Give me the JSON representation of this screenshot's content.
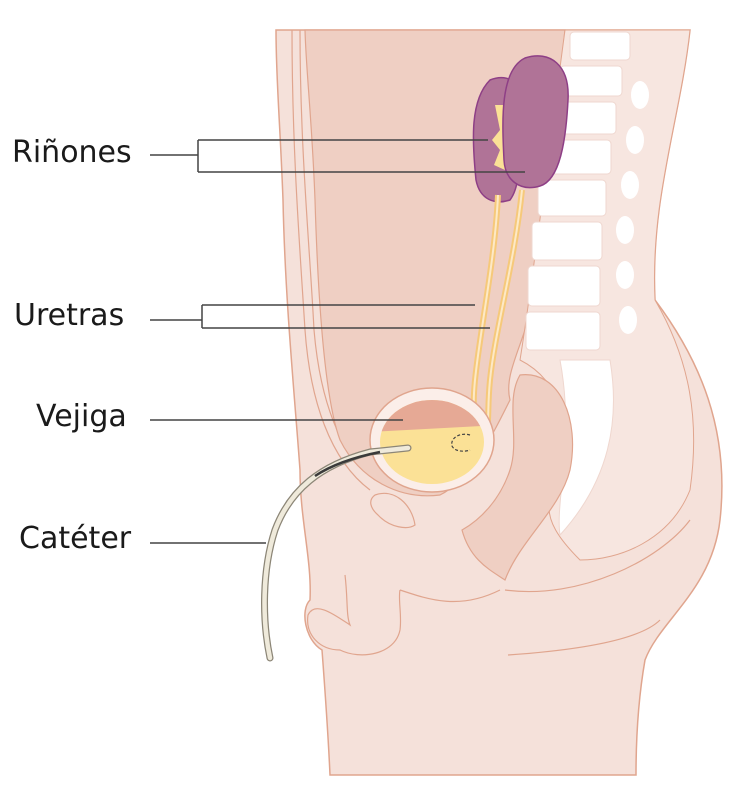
{
  "labels": {
    "kidneys": "Riñones",
    "ureters": "Uretras",
    "bladder": "Vejiga",
    "catheter": "Catéter"
  },
  "colors": {
    "skin": "#f5e1da",
    "cavity": "#efcfc3",
    "outline": "#e0a58e",
    "kidney": "#b07397",
    "kidney_outline": "#8e3f86",
    "ureter": "#f6c97a",
    "urine": "#fbe196",
    "bladder_wall": "#fbeee9",
    "catheter": "#efeadb",
    "leader": "#444444"
  }
}
